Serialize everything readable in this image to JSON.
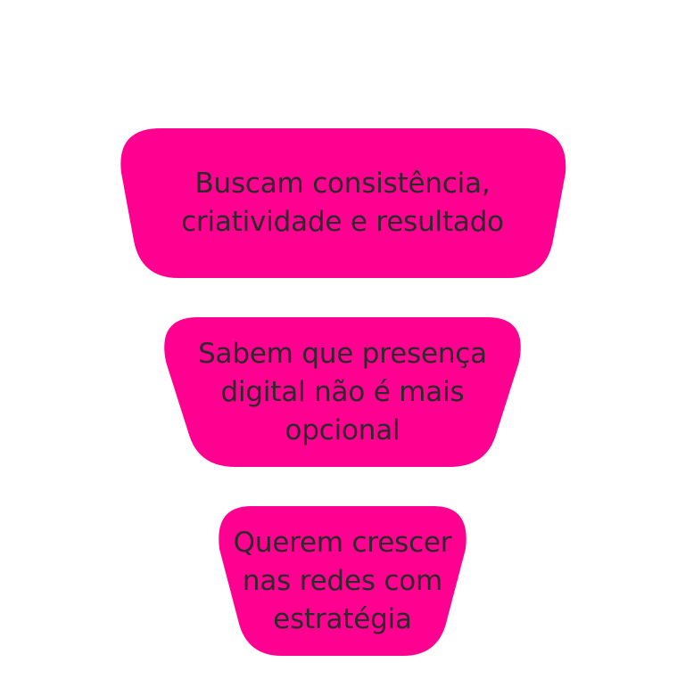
{
  "funnel": {
    "color": "#FF0090",
    "text_color": "#2b2b2b",
    "stages": [
      {
        "lines": [
          "Buscam consistência,",
          "criatividade e resultado"
        ]
      },
      {
        "lines": [
          "Sabem que presença",
          "digital não é mais",
          "opcional"
        ]
      },
      {
        "lines": [
          "Querem crescer",
          "nas redes com",
          "estratégia"
        ]
      }
    ]
  }
}
